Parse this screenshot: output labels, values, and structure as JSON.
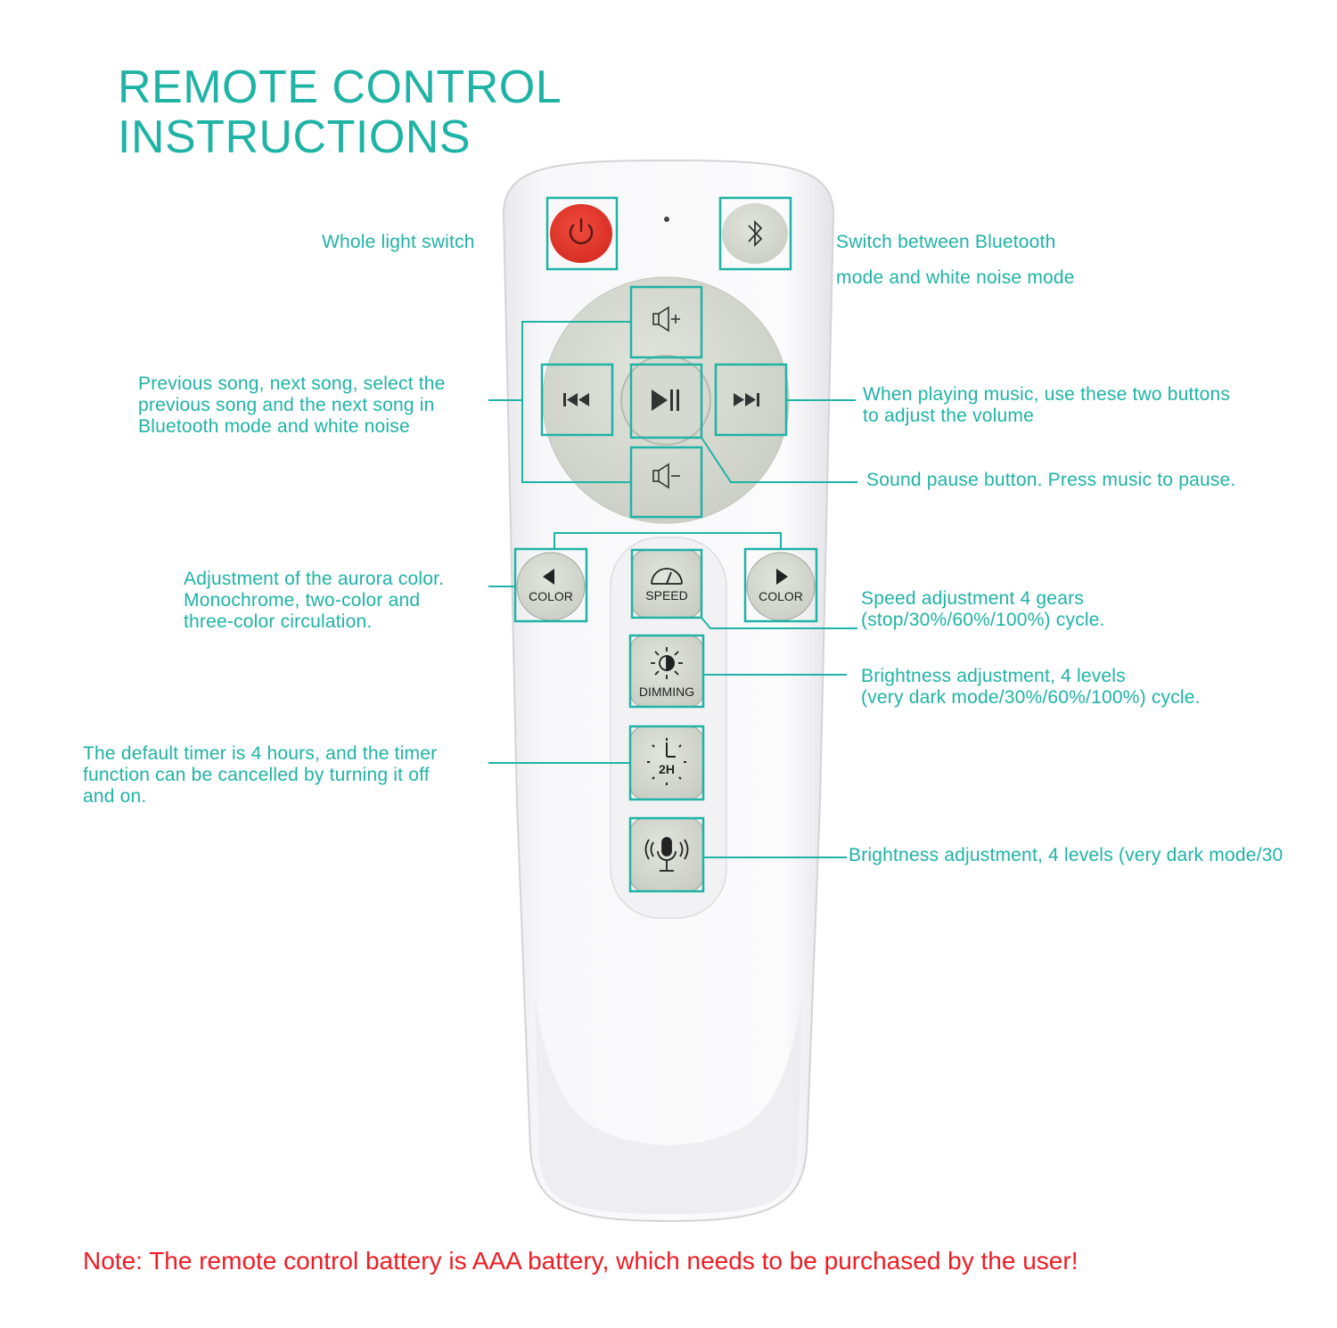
{
  "title": {
    "line1": "REMOTE CONTROL",
    "line2": "INSTRUCTIONS"
  },
  "labels": {
    "power": "Whole light switch",
    "bluetooth_1": "Switch between Bluetooth",
    "bluetooth_2": "mode and white noise mode",
    "prev_next": [
      "Previous song, next song, select the",
      "previous song and the next song in",
      "Bluetooth mode and white noise"
    ],
    "volume": [
      "When playing music, use these two buttons",
      "to adjust the volume"
    ],
    "pause": "Sound pause button. Press music to pause.",
    "color": [
      "Adjustment of the aurora color.",
      "Monochrome, two-color and",
      "three-color circulation."
    ],
    "speed": [
      "Speed adjustment 4 gears",
      "(stop/30%/60%/100%) cycle."
    ],
    "dimming": [
      "Brightness adjustment, 4 levels",
      "(very dark mode/30%/60%/100%) cycle."
    ],
    "timer": [
      "The default timer is 4 hours, and the timer",
      "function can be cancelled by turning it off",
      "and on."
    ],
    "mic": "Brightness adjustment, 4 levels (very dark mode/30"
  },
  "buttons": {
    "color_left": "COLOR",
    "speed": "SPEED",
    "color_right": "COLOR",
    "dimming": "DIMMING",
    "timer": "2H"
  },
  "note": "Note: The remote control battery is AAA battery, which needs to be purchased by the user!",
  "colors": {
    "accent": "#1fb3a6",
    "note": "#ee1c24",
    "power_button": "#e8302a",
    "button_grey": "#d8dbd2"
  }
}
